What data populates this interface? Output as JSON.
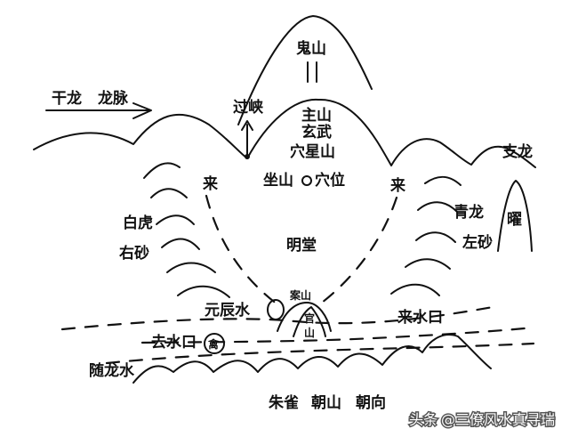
{
  "labels": {
    "guishan": "鬼山",
    "ganlong": "干龙",
    "longmai": "龙脉",
    "guoxia": "过峡",
    "zhushan": "主山",
    "xuanwu": "玄武",
    "xuexingshan": "穴星山",
    "zhilong": "支龙",
    "zuoshan": "坐山",
    "xuewei": "穴位",
    "lai_left": "来",
    "lai_right": "来",
    "yao": "曜",
    "qinglong": "青龙",
    "baihu": "白虎",
    "zuosha": "左砂",
    "yousha": "右砂",
    "mingtang": "明堂",
    "anshan": "案山",
    "yuanchenshui": "元辰水",
    "guan": "官",
    "shan": "山",
    "laishuikou": "来水口",
    "qushuikou": "去水口",
    "qin": "禽",
    "suilongshui": "随龙水",
    "zhuque": "朱雀",
    "chaoshan": "朝山",
    "chaoxiang": "朝向"
  },
  "watermark": {
    "platform": "头条",
    "account": "@三僚风水真寻瑞"
  }
}
